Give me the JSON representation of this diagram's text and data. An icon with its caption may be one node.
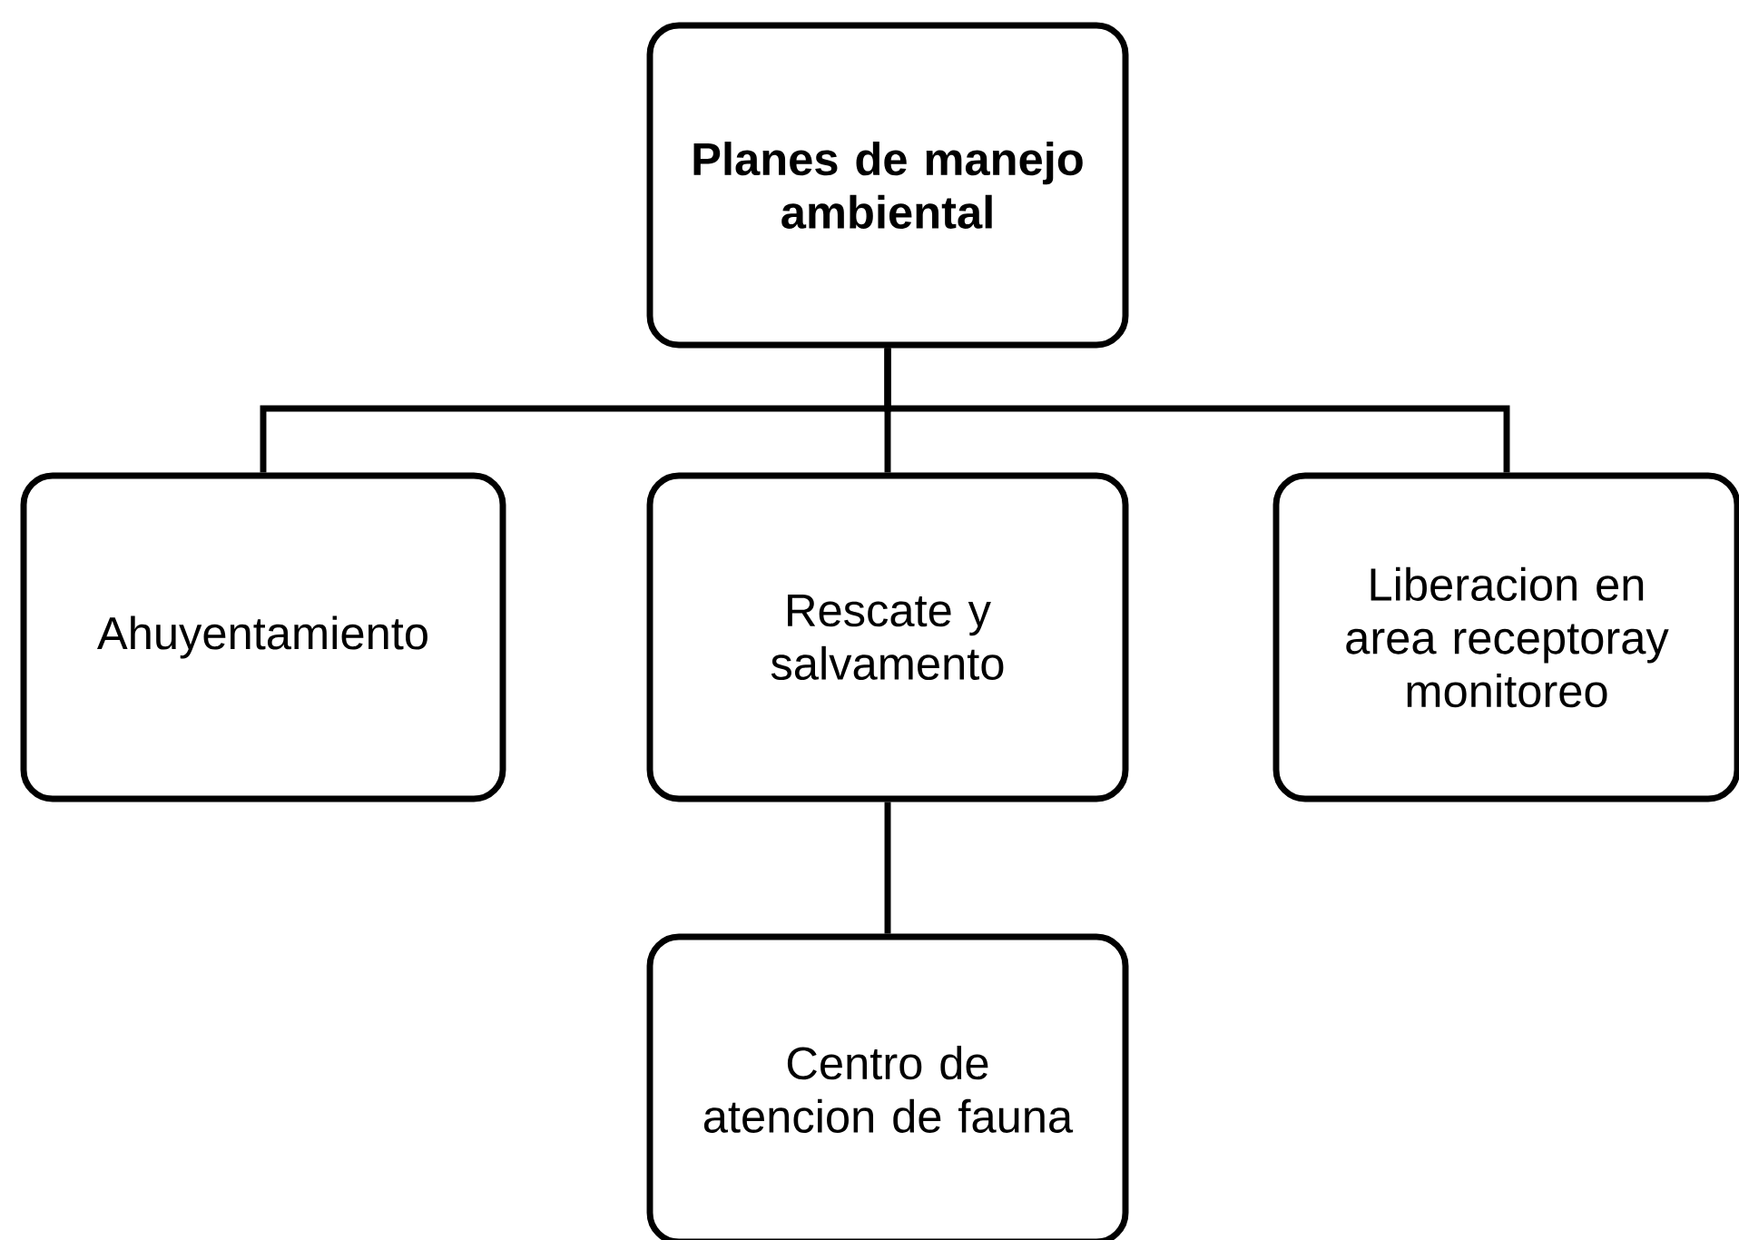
{
  "diagram": {
    "nodes": [
      {
        "text": [
          "Planes de manejo ambiental"
        ]
      },
      {
        "text": [
          "Ahuyentamiento"
        ]
      },
      {
        "text": [
          "Rescate y salvamento"
        ]
      },
      {
        "text": [
          "Liberacion en area receptoray monitoreo"
        ]
      },
      {
        "text": [
          "Centro de atencion de fauna"
        ]
      }
    ],
    "edges": [
      {
        "from": 0,
        "to": 1,
        "arrow": "none"
      },
      {
        "from": 0,
        "to": 2,
        "arrow": "none"
      },
      {
        "from": 0,
        "to": 3,
        "arrow": "none"
      },
      {
        "from": 2,
        "to": 4,
        "arrow": "none"
      }
    ]
  }
}
